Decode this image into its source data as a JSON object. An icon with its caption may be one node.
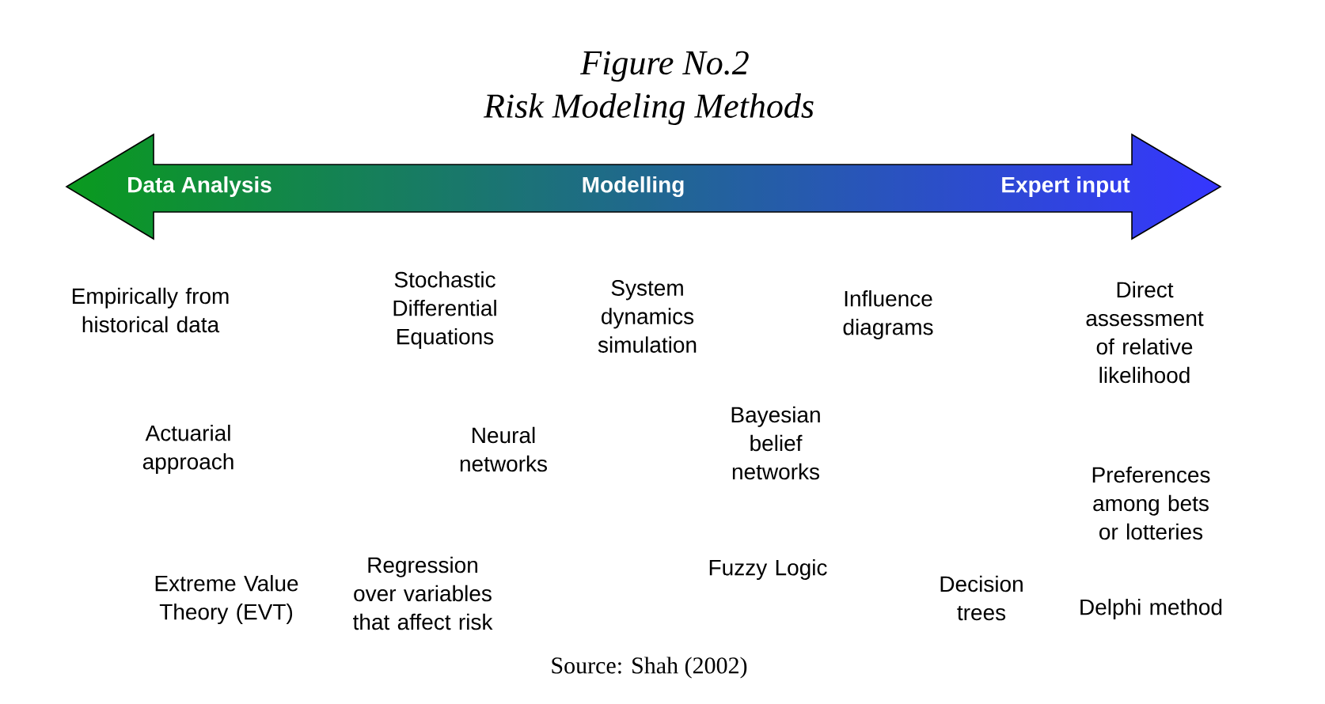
{
  "diagram": {
    "title": "Figure No.2",
    "nodes": [
      {
        "text": [
          "Data Analysis",
          "Modelling",
          "Expert input"
        ]
      }
    ],
    "labels": [
      "Risk Modeling Methods",
      "Empirically from historical data",
      "Stochastic Differential Equations",
      "System dynamics simulation",
      "Influence diagrams",
      "Direct assessment of relative likelihood",
      "Actuarial approach",
      "Neural networks",
      "Bayesian belief networks",
      "Preferences among bets or lotteries",
      "Extreme Value Theory (EVT)",
      "Regression over variables that affect risk",
      "Fuzzy Logic",
      "Decision trees",
      "Delphi method"
    ],
    "caption": "Source: Shah (2002)"
  }
}
